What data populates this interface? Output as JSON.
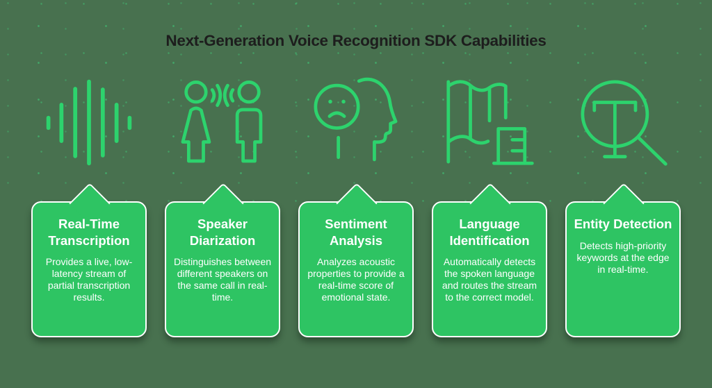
{
  "title": "Next-Generation Voice Recognition SDK Capabilities",
  "colors": {
    "background": "#48714f",
    "background_dot": "#3ed87e",
    "card_fill": "#2ec463",
    "card_border": "#ffffff",
    "icon_stroke": "#2dd36d",
    "title_text": "#1d1d1d",
    "card_text": "#ffffff"
  },
  "capabilities": [
    {
      "icon": "waveform-icon",
      "title": "Real-Time Transcription",
      "description": "Provides a live, low-latency stream of partial transcription results."
    },
    {
      "icon": "speakers-conversation-icon",
      "title": "Speaker Diarization",
      "description": "Distinguishes between different speakers on the same call in real-time."
    },
    {
      "icon": "sad-face-head-icon",
      "title": "Sentiment Analysis",
      "description": "Analyzes acoustic properties to provide a real-time score of emotional state."
    },
    {
      "icon": "flag-marker-icon",
      "title": "Language Identification",
      "description": "Automatically detects the spoken language and routes the stream to the correct model."
    },
    {
      "icon": "magnifier-text-icon",
      "title": "Entity Detection",
      "description": "Detects high-priority keywords at the edge in real-time."
    }
  ]
}
